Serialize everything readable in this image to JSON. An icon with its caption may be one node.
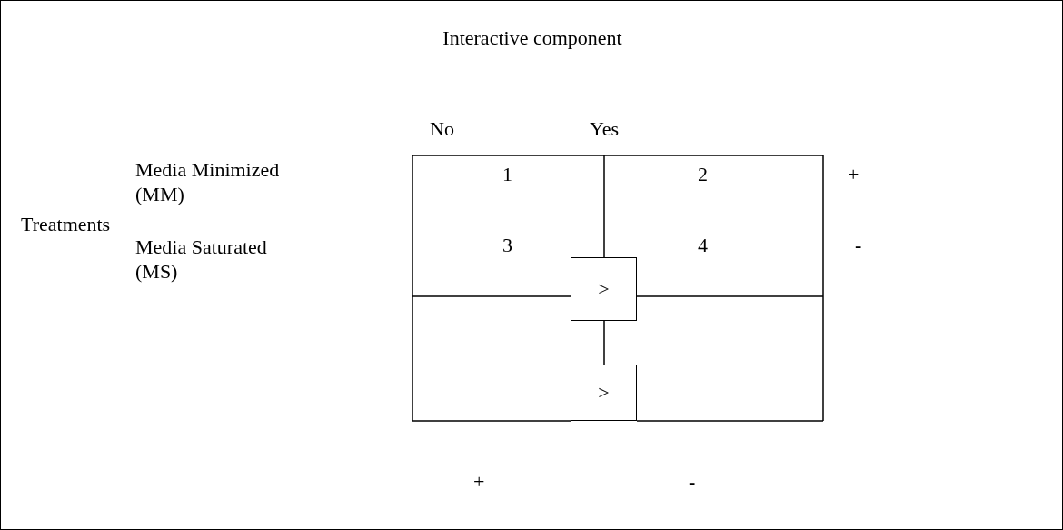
{
  "diagram": {
    "title": "Interactive component",
    "nodes": [
      {
        "text": [
          ">"
        ]
      },
      {
        "text": [
          ">"
        ]
      }
    ],
    "labels": [
      "No",
      "Yes",
      "Media Minimized (MM)",
      "1",
      "2",
      "+",
      "Treatments",
      "Media Saturated (MS)",
      "3",
      "4",
      "-",
      "+",
      "-"
    ]
  }
}
